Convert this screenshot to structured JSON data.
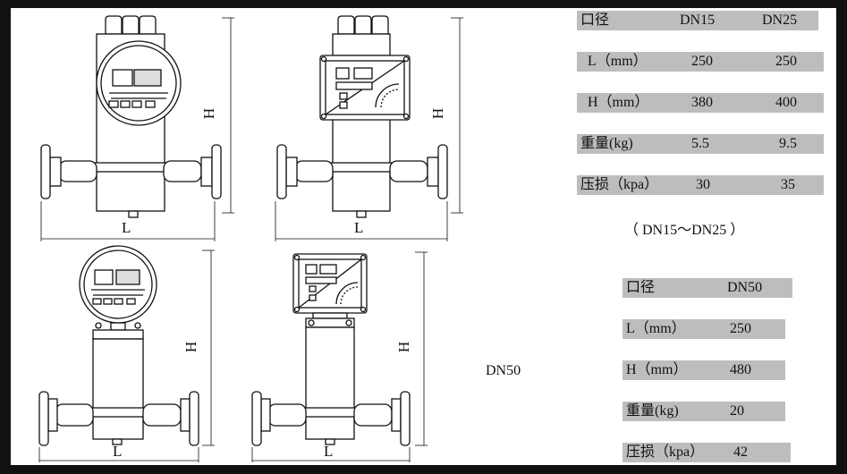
{
  "spec_table_small": {
    "header": {
      "label": "口径",
      "col1": "DN15",
      "col2": "DN25"
    },
    "rows": [
      {
        "label": "L（mm）",
        "col1": "250",
        "col2": "250"
      },
      {
        "label": "H（mm）",
        "col1": "380",
        "col2": "400"
      },
      {
        "label": "重量(kg)",
        "col1": "5.5",
        "col2": "9.5"
      },
      {
        "label": "压损（kpa）",
        "col1": "30",
        "col2": "35"
      }
    ],
    "range_note": "（ DN15～DN25 ）"
  },
  "spec_table_large": {
    "header": {
      "label": "口径",
      "col1": "DN50"
    },
    "rows": [
      {
        "label": "L（mm）",
        "col1": "250"
      },
      {
        "label": "H（mm）",
        "col1": "480"
      },
      {
        "label": "重量(kg)",
        "col1": "20"
      },
      {
        "label": "压损（kpa）",
        "col1": "42"
      }
    ]
  },
  "dn50_label": "DN50",
  "dimension_labels": {
    "length": "L",
    "height": "H"
  },
  "colors": {
    "cell_bg": "#bdbdbd",
    "line": "#111111"
  }
}
